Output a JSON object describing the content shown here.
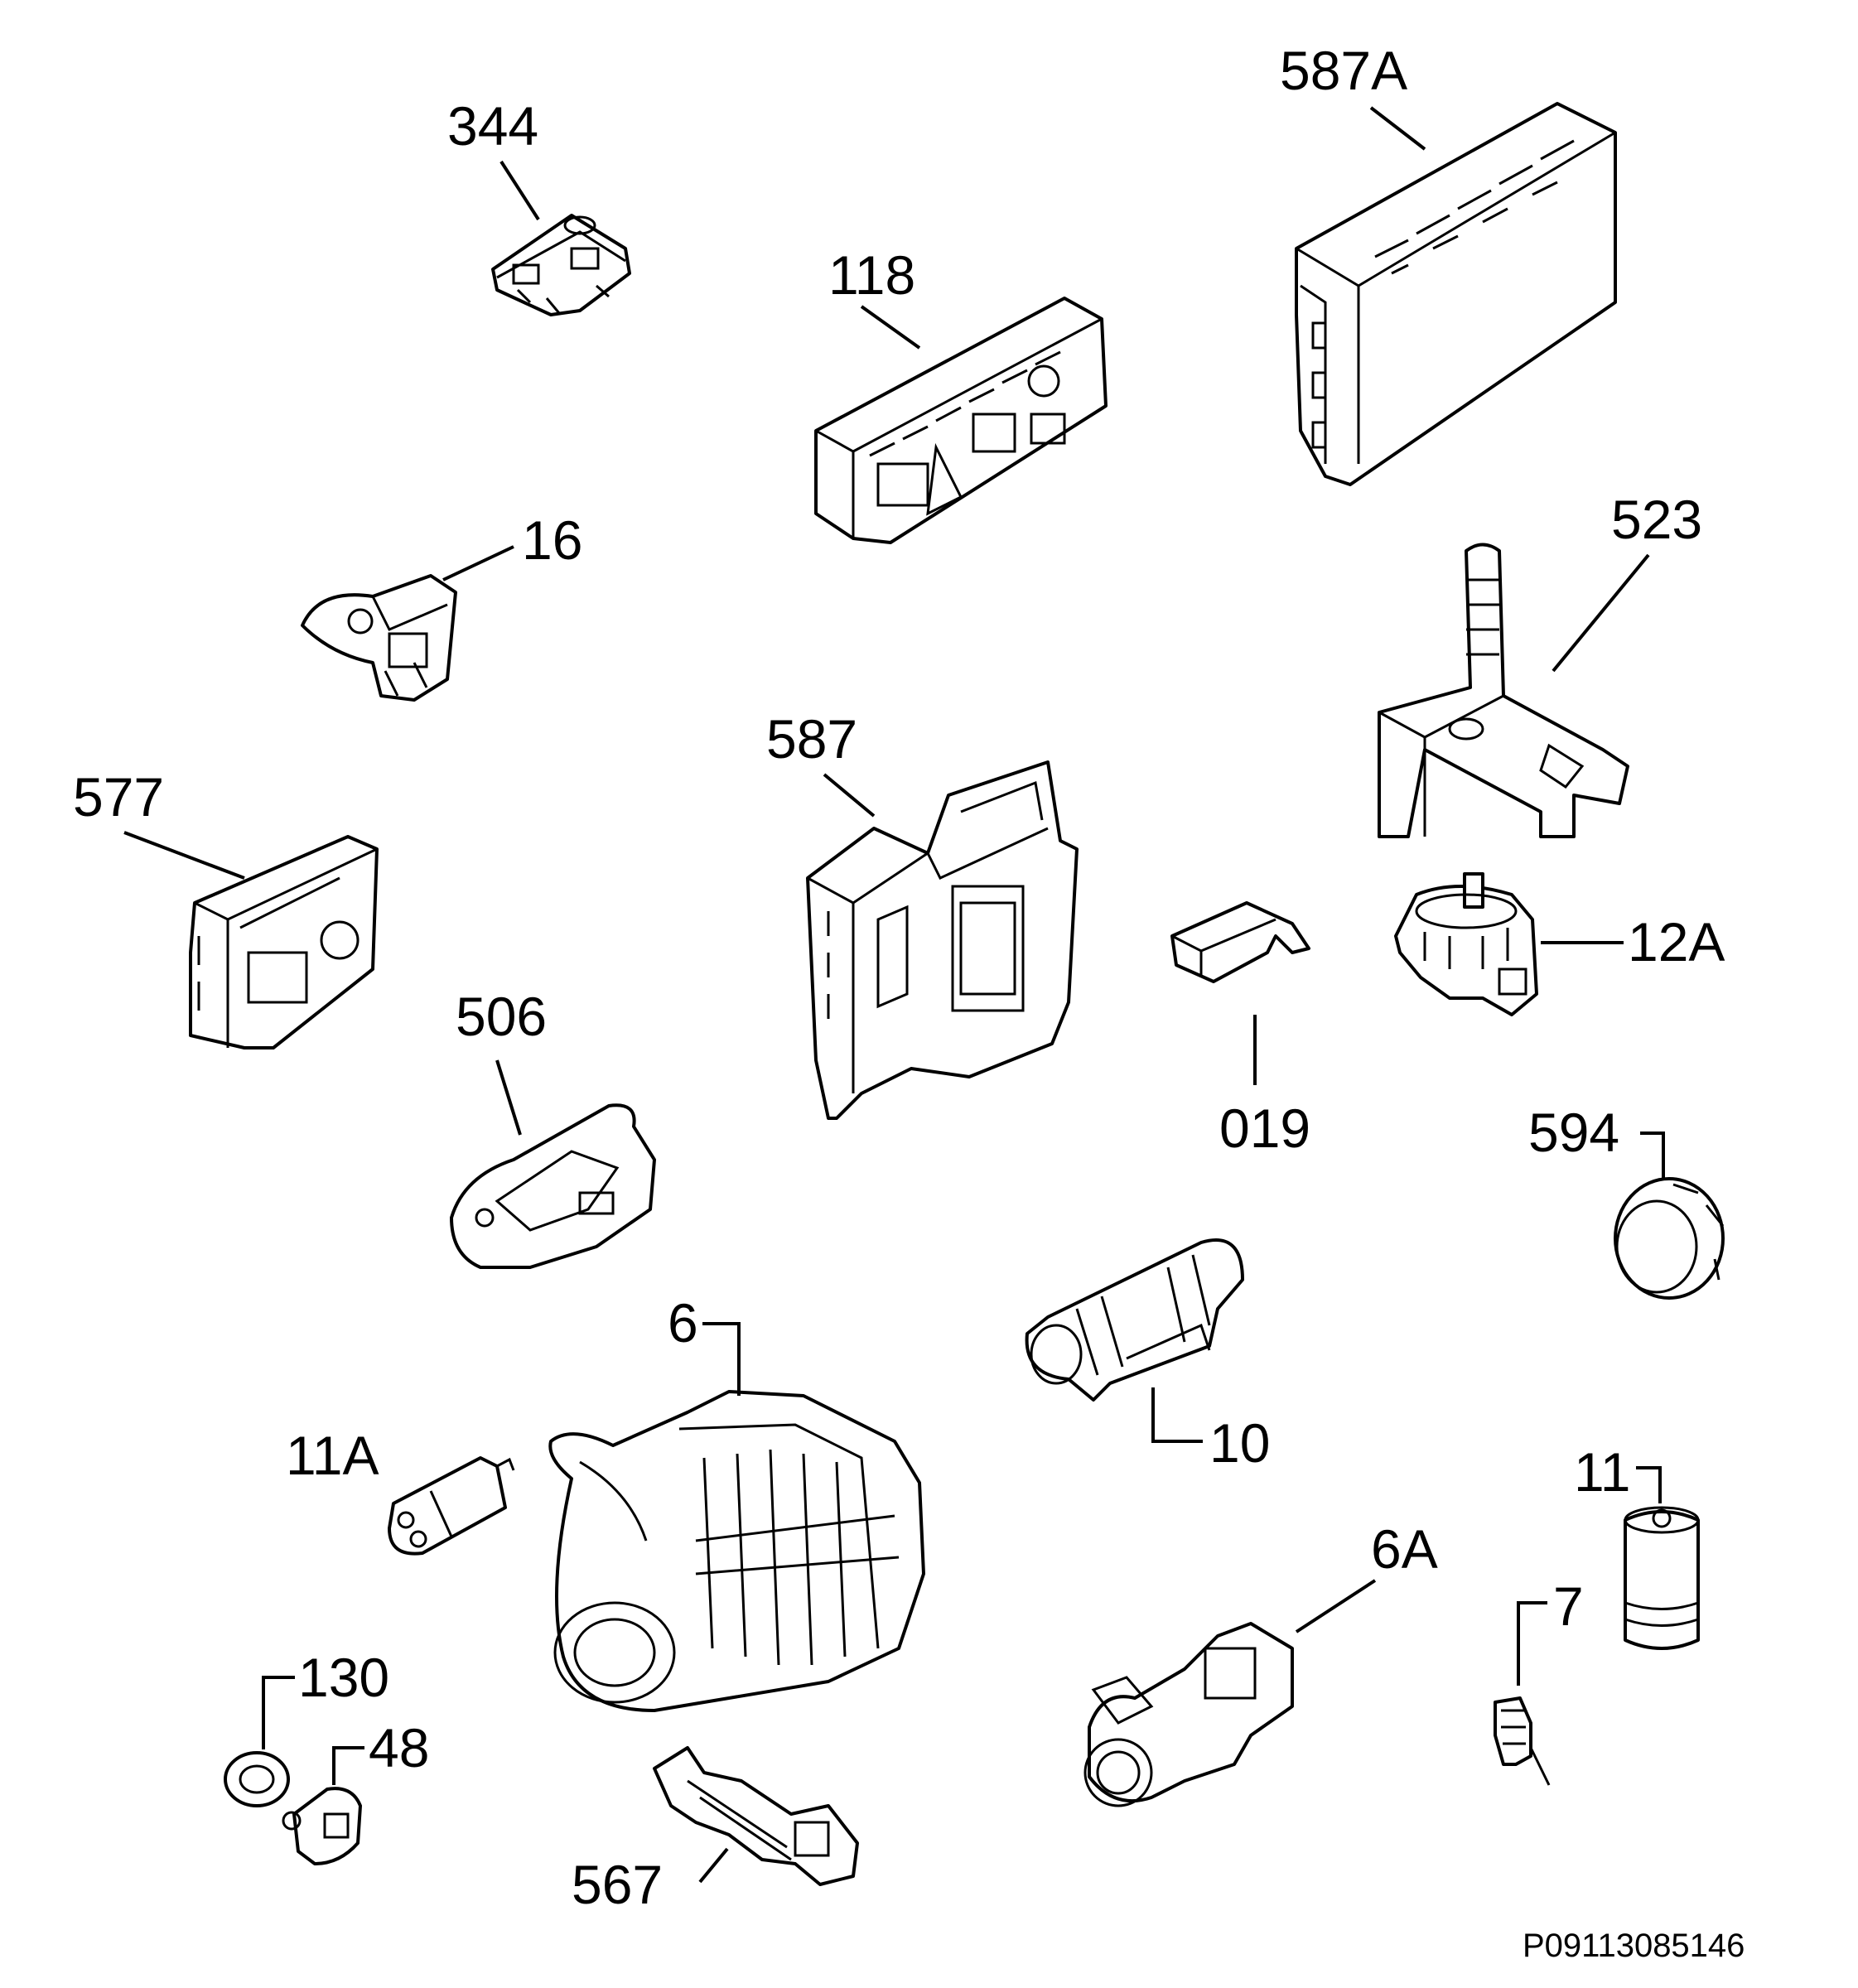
{
  "diagram": {
    "document_code": "P09113085146",
    "parts": [
      {
        "id": "587A"
      },
      {
        "id": "344"
      },
      {
        "id": "118"
      },
      {
        "id": "16"
      },
      {
        "id": "523"
      },
      {
        "id": "587"
      },
      {
        "id": "577"
      },
      {
        "id": "12A"
      },
      {
        "id": "019"
      },
      {
        "id": "506"
      },
      {
        "id": "594"
      },
      {
        "id": "6"
      },
      {
        "id": "10"
      },
      {
        "id": "11A"
      },
      {
        "id": "6A"
      },
      {
        "id": "11"
      },
      {
        "id": "7"
      },
      {
        "id": "130"
      },
      {
        "id": "48"
      },
      {
        "id": "567"
      }
    ]
  }
}
